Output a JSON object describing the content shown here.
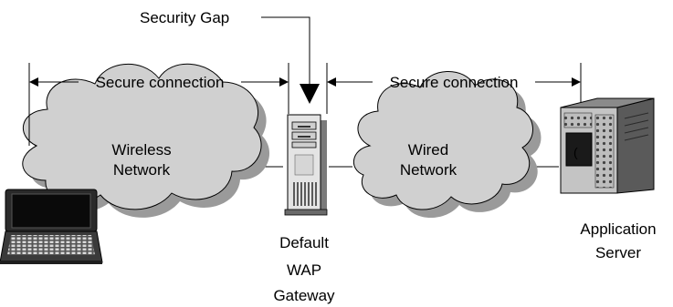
{
  "security_gap": {
    "label": "Security Gap"
  },
  "connections": [
    {
      "label": "Secure connection"
    },
    {
      "label": "Secure connection"
    }
  ],
  "clouds": [
    {
      "line1": "Wireless",
      "line2": "Network"
    },
    {
      "line1": "Wired",
      "line2": "Network"
    }
  ],
  "gateway": {
    "line1": "Default",
    "line2": "WAP",
    "line3": "Gateway"
  },
  "server": {
    "line1": "Application",
    "line2": "Server"
  },
  "icons": [
    "laptop-icon",
    "gateway-server-icon",
    "application-server-icon"
  ],
  "colors": {
    "cloud_fill": "#d0d0d0",
    "cloud_shadow": "#9a9a9a",
    "line": "#000000"
  }
}
